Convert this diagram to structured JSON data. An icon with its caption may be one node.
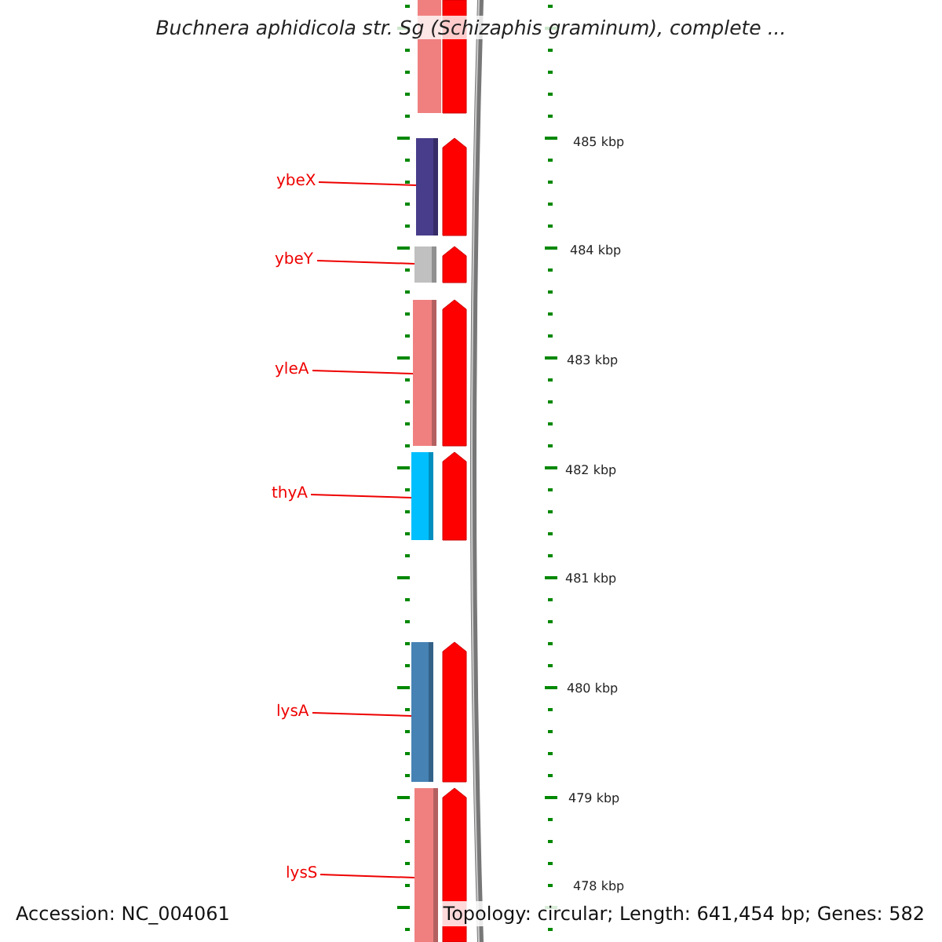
{
  "diagram": {
    "title": "Buchnera aphidicola str. Sg (Schizaphis graminum), complete ...",
    "nodes": [
      {
        "text": [
          "ybeX"
        ]
      },
      {
        "text": [
          "ybeY"
        ]
      },
      {
        "text": [
          "yleA"
        ]
      },
      {
        "text": [
          "thyA"
        ]
      },
      {
        "text": [
          "lysA"
        ]
      },
      {
        "text": [
          "lysS"
        ]
      },
      {
        "text": [],
        "shape": "bar"
      },
      {
        "text": [],
        "shape": "bar"
      },
      {
        "text": [],
        "shape": "bar"
      },
      {
        "text": [],
        "shape": "bar"
      },
      {
        "text": [],
        "shape": "bar"
      },
      {
        "text": [],
        "shape": "bar"
      }
    ],
    "edges": [
      {
        "from": 0,
        "to": 6,
        "arrow": "none"
      },
      {
        "from": 1,
        "to": 7,
        "arrow": "none"
      },
      {
        "from": 2,
        "to": 8,
        "arrow": "none"
      },
      {
        "from": 3,
        "to": 9,
        "arrow": "none"
      },
      {
        "from": 4,
        "to": 10,
        "arrow": "none"
      },
      {
        "from": 5,
        "to": 11,
        "arrow": "none"
      }
    ],
    "labels": [
      "485 kbp",
      "484 kbp",
      "483 kbp",
      "482 kbp",
      "481 kbp",
      "480 kbp",
      "479 kbp",
      "478 kbp",
      "Accession: NC_004061",
      "Topology: circular; Length: 641,454 bp; Genes: 582"
    ]
  }
}
